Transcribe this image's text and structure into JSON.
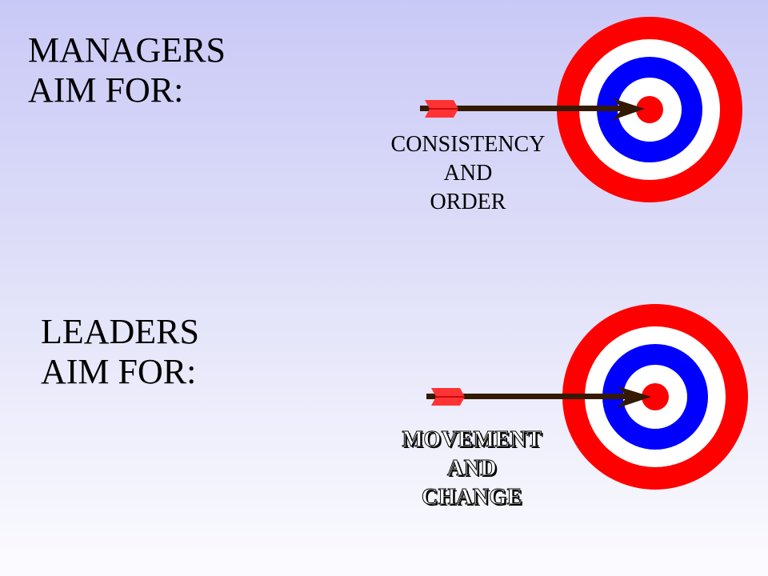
{
  "slide": {
    "sections": [
      {
        "id": "managers",
        "heading": [
          "MANAGERS",
          "AIM FOR:"
        ],
        "caption": [
          "CONSISTENCY",
          "AND",
          "ORDER"
        ]
      },
      {
        "id": "leaders",
        "heading": [
          "LEADERS",
          "AIM FOR:"
        ],
        "caption": [
          "MOVEMENT",
          "AND",
          "CHANGE"
        ]
      }
    ]
  },
  "colors": {
    "ring_red": "#ff0000",
    "ring_white": "#ffffff",
    "ring_blue": "#0000ff",
    "arrow_shaft": "#331a00",
    "fletching_red": "#ff3333"
  }
}
